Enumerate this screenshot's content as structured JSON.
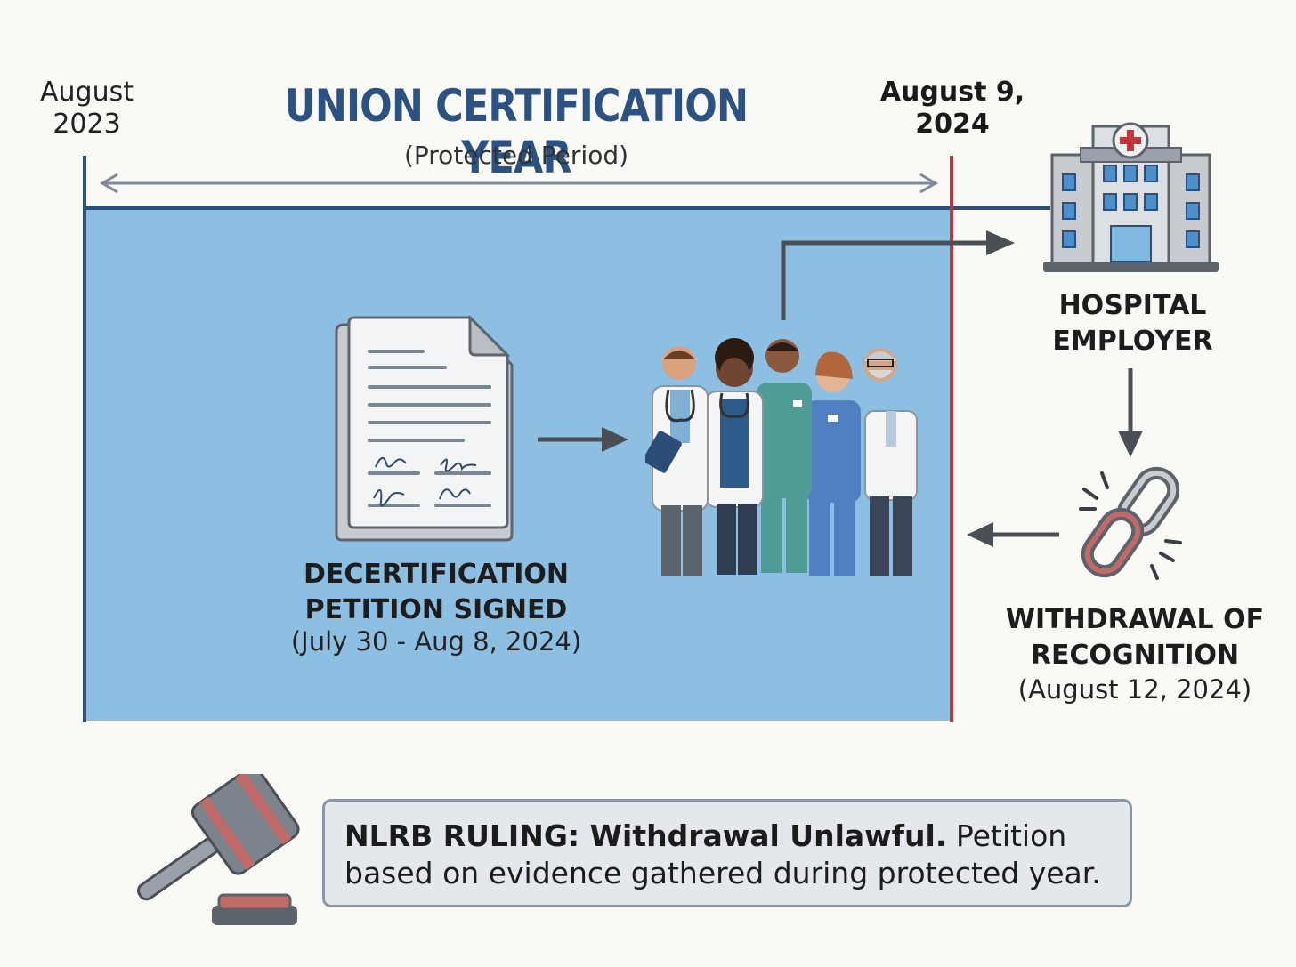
{
  "timeline": {
    "start_label": "August\n2023",
    "end_label": "August 9,\n2024",
    "title": "UNION CERTIFICATION YEAR",
    "subtitle": "(Protected Period)"
  },
  "petition": {
    "label": "DECERTIFICATION\nPETITION SIGNED",
    "dates": "(July 30 - Aug 8, 2024)",
    "signatures": [
      "Ln",
      "Sign",
      "Jm",
      "Gu"
    ]
  },
  "employer": {
    "label": "HOSPITAL\nEMPLOYER"
  },
  "withdrawal": {
    "label": "WITHDRAWAL OF\nRECOGNITION",
    "date": "(August 12, 2024)"
  },
  "ruling": {
    "bold": "NLRB RULING: Withdrawal Unlawful.",
    "text": " Petition based on evidence gathered during protected year."
  },
  "colors": {
    "protected_zone": "#8dbfe3",
    "timeline_blue": "#2c4f7c",
    "deadline_red": "#c0363a",
    "arrow_gray": "#4a4f55",
    "title_blue": "#2c5283"
  },
  "icons": [
    "document-icon",
    "healthcare-workers-icon",
    "hospital-icon",
    "broken-chain-icon",
    "gavel-icon"
  ]
}
